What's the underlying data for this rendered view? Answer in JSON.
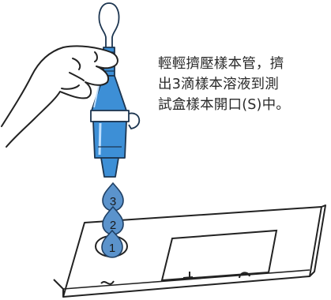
{
  "instruction": {
    "lines": [
      "輕輕擠壓樣本管，擠",
      "出3滴樣本溶液到測",
      "試盒樣本開口(S)中。"
    ]
  },
  "drops": [
    {
      "label": "3"
    },
    {
      "label": "2"
    },
    {
      "label": "1"
    }
  ],
  "cassette": {
    "markings": [
      "S",
      "T",
      "C"
    ]
  },
  "colors": {
    "tube_blue": "#3d8fd6",
    "drop_blue": "#5b93cc",
    "outline": "#222222"
  }
}
